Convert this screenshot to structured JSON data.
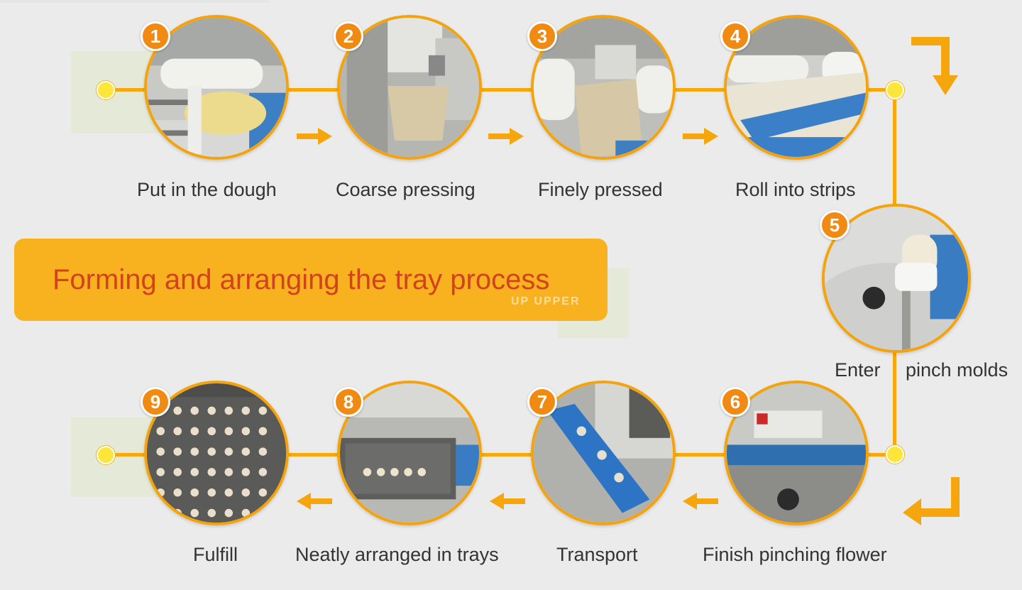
{
  "title": "Forming and arranging the tray process",
  "watermark": "UP UPPER",
  "colors": {
    "accent": "#f7a80a",
    "badge": "#f08a12",
    "banner": "#f9b21f",
    "title_text": "#d2421c",
    "arrow": "#f5a60c"
  },
  "steps": [
    {
      "number": "1",
      "label": "Put in the dough"
    },
    {
      "number": "2",
      "label": "Coarse pressing"
    },
    {
      "number": "3",
      "label": "Finely pressed"
    },
    {
      "number": "4",
      "label": "Roll into strips"
    },
    {
      "number": "5",
      "label_left": "Enter",
      "label_right": "pinch molds"
    },
    {
      "number": "6",
      "label": "Finish pinching flower"
    },
    {
      "number": "7",
      "label": "Transport"
    },
    {
      "number": "8",
      "label": "Neatly arranged in trays"
    },
    {
      "number": "9",
      "label": "Fulfill"
    }
  ]
}
